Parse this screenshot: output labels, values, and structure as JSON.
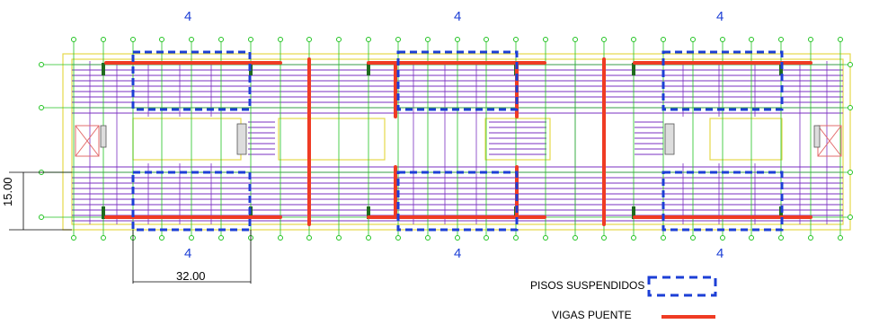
{
  "zone_labels_top": [
    "4",
    "4",
    "4"
  ],
  "zone_labels_bottom": [
    "4",
    "4",
    "4"
  ],
  "dimensions": {
    "width": "32.00",
    "height": "15.00"
  },
  "legend": [
    {
      "label": "PISOS SUSPENDIDOS",
      "symbol": "dashed-box",
      "color": "#1c3fd6"
    },
    {
      "label": "VIGAS PUENTE",
      "symbol": "thick-line",
      "color": "#ef3b24"
    }
  ],
  "colors": {
    "zone_label": "#1c3fd6",
    "joists": "#7a2fc0",
    "beams": "#ef3b24",
    "grid": "#22c322",
    "outline": "#e6d84a",
    "columns": "#1f6b1f"
  }
}
